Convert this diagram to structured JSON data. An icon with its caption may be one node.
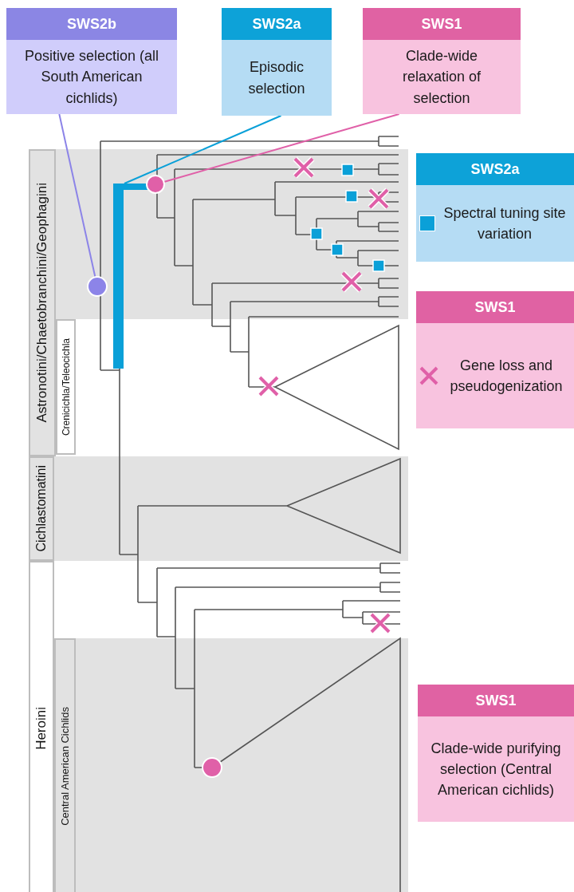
{
  "diagram": {
    "nodes": [
      {
        "text": [
          "SWS2b",
          "Positive selection (all South American cichlids)"
        ]
      },
      {
        "text": [
          "SWS2a",
          "Episodic selection"
        ]
      },
      {
        "text": [
          "SWS1",
          "Clade-wide relaxation of selection"
        ]
      },
      {
        "text": [
          "Astronotini/Chaetobranchini/Geophagini"
        ]
      },
      {
        "text": [],
        "shape": "circle"
      },
      {
        "text": [],
        "shape": "bar"
      },
      {
        "text": [],
        "shape": "circle"
      },
      {
        "text": [
          "SWS2a",
          "Spectral tuning site variation"
        ]
      },
      {
        "text": [
          "SWS1",
          "Gene loss and pseudogenization"
        ]
      },
      {
        "text": [
          "Crenicichla/Teleocichla"
        ]
      },
      {
        "text": [
          "Cichlastomatini"
        ]
      },
      {
        "text": [
          "Heroini"
        ]
      },
      {
        "text": [
          "Central American Cichlids"
        ]
      },
      {
        "text": [
          "SWS1",
          "Clade-wide purifying selection (Central American cichlids)"
        ]
      }
    ],
    "edges": [
      {
        "from": 0,
        "to": 4,
        "arrow": "none",
        "color": "#8c84e8"
      },
      {
        "from": 1,
        "to": 5,
        "arrow": "none",
        "color": "#0aa0d8"
      },
      {
        "from": 2,
        "to": 6,
        "arrow": "none",
        "color": "#e060a8"
      }
    ]
  }
}
